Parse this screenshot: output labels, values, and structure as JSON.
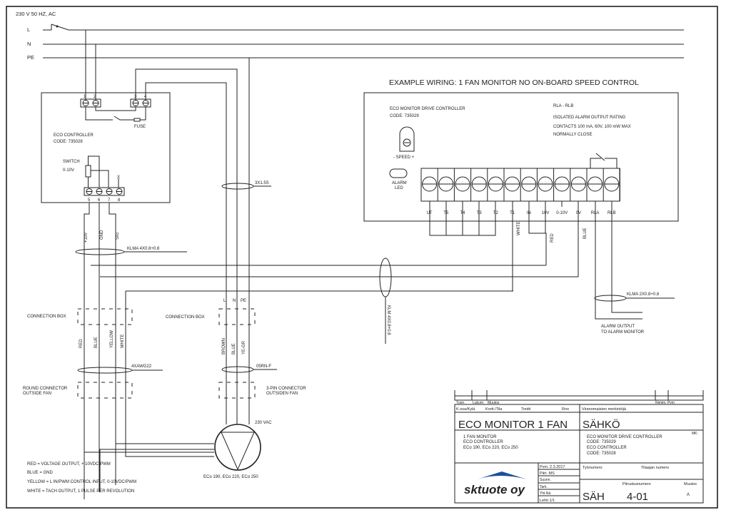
{
  "supply": {
    "title": "230 V 50 HZ, AC",
    "L": "L",
    "N": "N",
    "PE": "PE"
  },
  "eco_controller": {
    "t1": "1",
    "t2": "2",
    "t3": "3",
    "t4": "4",
    "fuse": "FUSE",
    "name": "ECO CONTROLLER",
    "code": "CODE: 735028",
    "switch": "SWITCH",
    "range": "0-10V",
    "t5": "5",
    "t6": "6",
    "t7": "7",
    "t8": "8",
    "x": "X",
    "out_10v": "+10V",
    "out_gnd": "GND",
    "out_sig": "SIG"
  },
  "cables": {
    "c1": "3X1.5S",
    "c2": "KLMA 4X0.8+0.8",
    "c3": "KLM 4X0.8+0.8",
    "c4": "KLMA 2X0.8+0.8",
    "c5": "4XAWG22",
    "c6": "05RN-F"
  },
  "example_title": "EXAMPLE WIRING: 1 FAN MONITOR NO ON-BOARD SPEED CONTROL",
  "drive": {
    "name": "ECO MONITOR DRIVE CONTROLLER",
    "code": "CODE: 735029",
    "relay1": "RLA - RLB",
    "relay2": "ISOLATED ALARM OUTPUT RATING",
    "relay3": "CONTACTS 100 mA, 60V, 100 mW MAX",
    "relay4": "NORMALLY CLOSE",
    "speed": "-  SPEED  +",
    "alarm1": "ALARM",
    "alarm2": "LED",
    "terminals": [
      "UT",
      "T5",
      "T4",
      "T3",
      "T2",
      "T1",
      "IN",
      "10V",
      "0-10V",
      "0V",
      "RLA",
      "RLB"
    ],
    "w_white": "WHITE",
    "w_red": "RED",
    "w_blue": "BLUE"
  },
  "alarm_out": {
    "l1": "ALARM OUTPUT",
    "l2": "TO ALARM MONITOR"
  },
  "conn": {
    "box1": "CONNECTION BOX",
    "box2": "CONNECTION BOX",
    "lnpe": [
      "L",
      "N",
      "PE"
    ],
    "wires1": [
      "RED",
      "BLUE",
      "YELLOW",
      "WHITE"
    ],
    "wires2": [
      "BROWN",
      "BLUE",
      "YE-GR"
    ],
    "round1": "ROUND CONNECTOR",
    "round2": "OUTSIDE FAN",
    "pin1": "3-PIN CONNECTOR",
    "pin2": "OUTSIDEN FAN"
  },
  "fan": {
    "voltage": "230 VAC",
    "models": "ECo 190, ECo 220, ECo 250"
  },
  "legend": [
    "RED = VOLTAGE OUTPUT, + 10VDC/PWM",
    "BLUE = GND",
    "YELLOW = L IN/PWM CONTROL INPUT, 0-10VDC/PWM",
    "WHITE = TACH OUTPUT, 1 PULSE PER REVOLUTION"
  ],
  "titleblock": {
    "rev": [
      "Tunn.",
      "Lukum.",
      "Muutos",
      "Nimim. Pvm"
    ],
    "h1": "K.osa/Kylä",
    "h2": "Kortt./Tila",
    "h3": "Tontti",
    "h4": "Rno",
    "h5": "Viranomaisten merkintöjä",
    "title": "ECO MONITOR 1 FAN",
    "category": "SÄHKÖ",
    "d1": "1 FAN MONITOR",
    "d2": "ECO CONTROLLER",
    "d3": "ECo 190, ECo 220, ECo 250",
    "r1": "ECO MONITOR DRIVE CONTROLLER",
    "r2": "CODE: 735029",
    "r3": "ECO CONTROLLER",
    "r4": "CODE: 735028",
    "mk": "MK:",
    "rows": [
      "Pvm.  2.3.2017",
      "Piirt.  MS",
      "Suunn.",
      "Tark.",
      "Yht.Nä",
      "Lehti  1/1"
    ],
    "work": "Työnumero",
    "client": "Tilaajan numero",
    "drawing": "Piirustusnumero",
    "change": "Muutos",
    "code": "SÄH",
    "number": "4-01",
    "revision": "A",
    "logo": "sktuote oy",
    "logo_color": "#c8102e",
    "logo_accent": "#1f4e9c"
  }
}
